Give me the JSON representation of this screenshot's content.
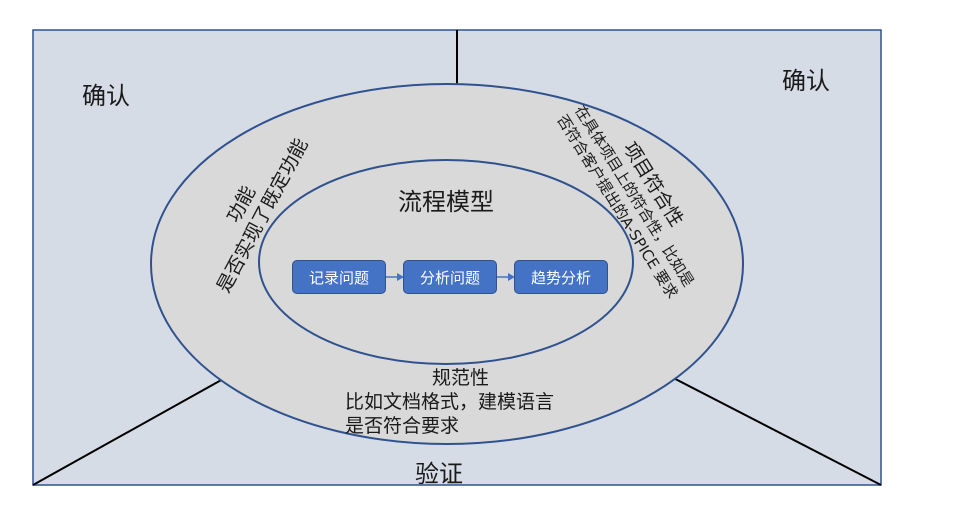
{
  "corners": {
    "top_left": "确认",
    "top_right": "确认",
    "bottom": "验证"
  },
  "inner_title": "流程模型",
  "process_steps": [
    "记录问题",
    "分析问题",
    "趋势分析"
  ],
  "outer_ring": {
    "left": [
      "功能",
      "是否实现了既定功能"
    ],
    "right": [
      "项目符合性",
      "在具体项目上的符合性，比如是",
      "否符合客户提出的A-SPICE 要求"
    ],
    "bottom": [
      "规范性",
      "比如文档格式，建模语言",
      "是否符合要求"
    ]
  },
  "colors": {
    "background_panel": "#d6dce5",
    "ellipse_fill": "#d9d9d9",
    "ellipse_stroke": "#2f528f",
    "box_fill": "#4472c4",
    "arrow": "#4472c4"
  }
}
